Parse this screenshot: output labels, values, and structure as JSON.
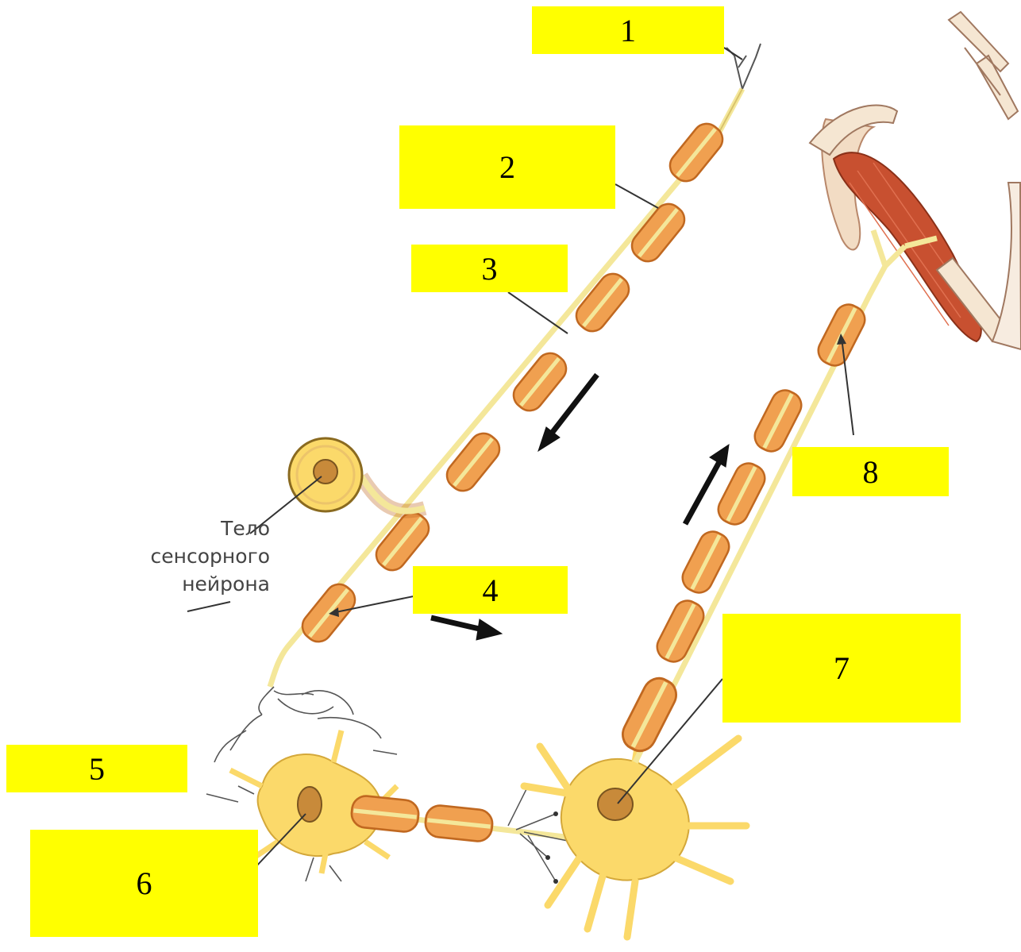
{
  "labels": {
    "l1": "1",
    "l2": "2",
    "l3": "3",
    "l4": "4",
    "l5": "5",
    "l6": "6",
    "l7": "7",
    "l8": "8"
  },
  "caption": {
    "line1": "Тело",
    "line2": "сенсорного",
    "line3": "нейрона"
  },
  "colors": {
    "label_bg": "#ffff00",
    "myelin": "#f0a050",
    "myelin_stroke": "#c06820",
    "axon": "#f4e79a",
    "cell_body": "#fbd96a",
    "nucleus": "#c88a3a",
    "muscle": "#c85030",
    "arrow": "#111111"
  }
}
